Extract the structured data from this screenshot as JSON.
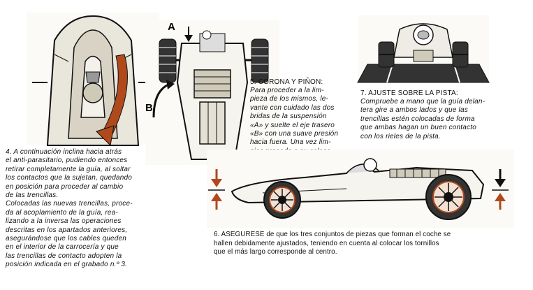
{
  "sections": {
    "s4": {
      "text": "4. A continuación inclina hacia atrás\nel anti-parasitario, pudiendo entonces\nretirar completamente la guía, al soltar\nlos contactos que la sujetan, quedando\nen posición para proceder al cambio\nde las trencillas.\nColocadas las nuevas trencillas, proce-\nda al acoplamiento de la guía, rea-\nlizando a la inversa las operaciones\ndescritas en los apartados anteriores,\nasegurándose que los cables queden\nen el interior de la carrocería y que\nlas trencillas de contacto adopten la\nposición indicada en el grabado n.º 3."
    },
    "s5": {
      "title": "5. CORONA Y PIÑON:",
      "text": "Para proceder a la lim-\npieza de los mismos, le-\nvante con cuidado las dos\nbridas de la suspensión\n«A» y suelte el eje trasero\n«B» con una suave presión\nhacia fuera. Una vez lim-\npios proceda a su coloca-\nción en la misma forma."
    },
    "s6": {
      "text": "6. ASEGURESE de que los tres conjuntos de piezas que forman el coche se\nhallen debidamente ajustados, teniendo en cuenta al colocar los tornillos\nque el más largo corresponde al centro."
    },
    "s7": {
      "title": "7. AJUSTE SOBRE LA PISTA:",
      "text": "Compruebe a mano que la guía delan-\ntera gire a ambos lados y que las\ntrencillas estén colocadas de forma\nque ambas hagan un buen contacto\ncon los rieles de la pista."
    }
  },
  "figure_labels": {
    "a": "A",
    "b": "B"
  },
  "colors": {
    "ink": "#111111",
    "accent": "#b04a1c",
    "paper": "#fbfaf6"
  }
}
